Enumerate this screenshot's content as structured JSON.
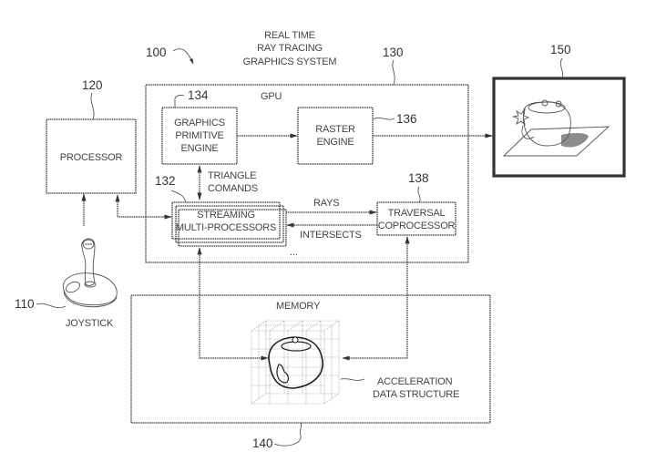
{
  "figure": {
    "title_lines": [
      "REAL TIME",
      "RAY TRACING",
      "GRAPHICS SYSTEM"
    ],
    "system_ref": "100"
  },
  "gpu": {
    "ref": "130",
    "label": "GPU"
  },
  "graphics_primitive_engine": {
    "ref": "134",
    "lines": [
      "GRAPHICS",
      "PRIMITIVE",
      "ENGINE"
    ]
  },
  "raster_engine": {
    "ref": "136",
    "lines": [
      "RASTER",
      "ENGINE"
    ]
  },
  "streaming_multiprocessors": {
    "ref": "132",
    "lines": [
      "STREAMING",
      "MULTI-PROCESSORS"
    ]
  },
  "traversal_coprocessor": {
    "ref": "138",
    "lines": [
      "TRAVERSAL",
      "COPROCESSOR"
    ]
  },
  "processor": {
    "ref": "120",
    "label": "PROCESSOR"
  },
  "joystick": {
    "ref": "110",
    "label": "JOYSTICK"
  },
  "display": {
    "ref": "150"
  },
  "memory": {
    "ref": "140",
    "label": "MEMORY",
    "structure_lines": [
      "ACCELERATION",
      "DATA STRUCTURE"
    ]
  },
  "connections": {
    "triangle_commands": [
      "TRIANGLE",
      "COMANDS"
    ],
    "rays": "RAYS",
    "intersects": "INTERSECTS",
    "ellipsis": "..."
  }
}
